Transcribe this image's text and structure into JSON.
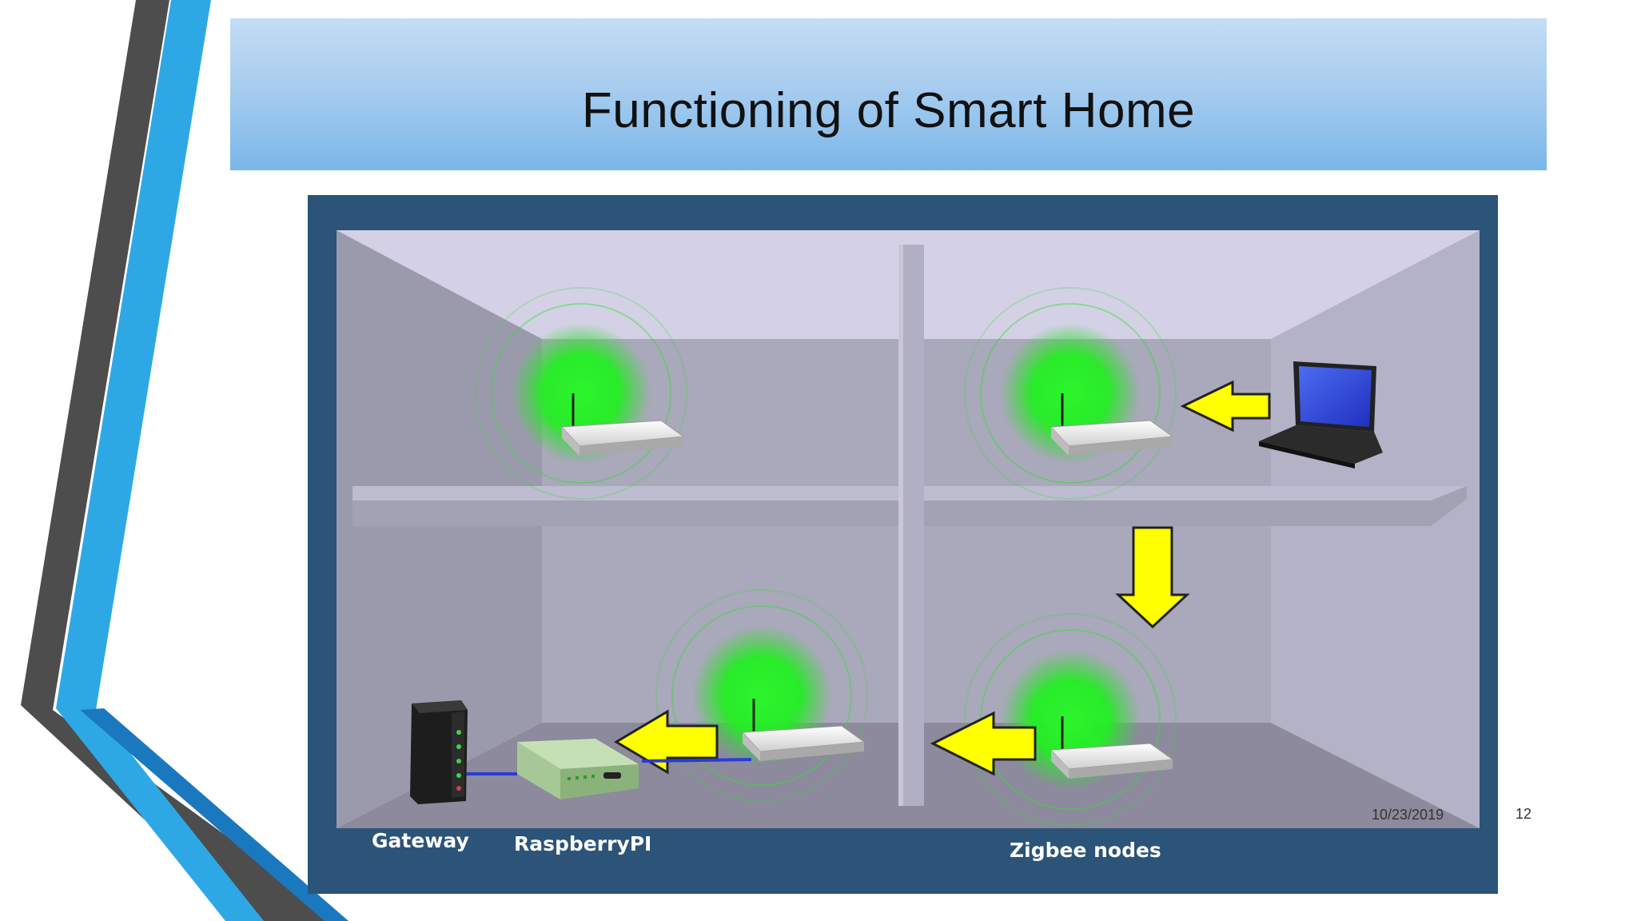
{
  "slide": {
    "title": "Functioning of Smart Home",
    "date": "10/23/2019",
    "page_number": "12"
  },
  "diagram": {
    "labels": {
      "gateway": "Gateway",
      "raspberry": "RaspberryPI",
      "zigbee": "Zigbee nodes"
    },
    "colors": {
      "frame": "#2b5478",
      "node_glow": "#22ee22",
      "arrow": "#ffff00",
      "accent_blue": "#2ea8e5",
      "accent_dark": "#4a4a4a"
    }
  }
}
